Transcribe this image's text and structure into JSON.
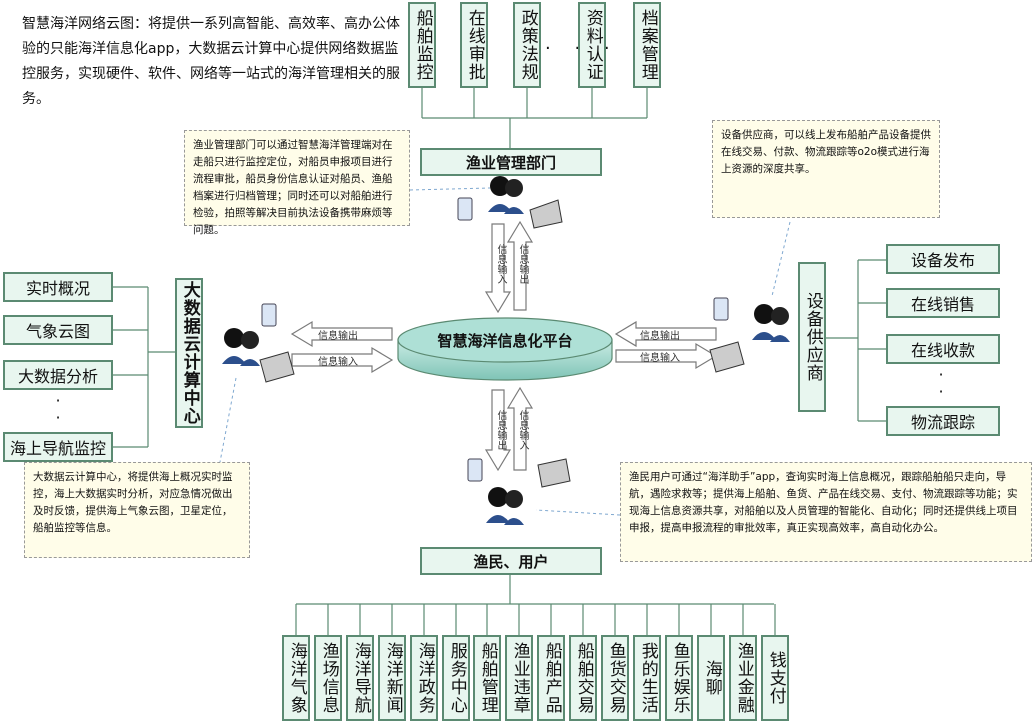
{
  "intro_text": "智慧海洋网络云图：将提供一系列高智能、高效率、高办公体验的只能海洋信息化app，大数据云计算中心提供网络数据监控服务，实现硬件、软件、网络等一站式的海洋管理相关的服务。",
  "platform": {
    "label": "智慧海洋信息化平台"
  },
  "top": {
    "header": "渔业管理部门",
    "items": [
      "船舶监控",
      "在线审批",
      "政策法规",
      "资料认证",
      "档案管理"
    ],
    "ellipsis": "· · ·",
    "note": "渔业管理部门可以通过智慧海洋管理端对在走船只进行监控定位，对船员申报项目进行流程审批，船员身份信息认证对船员、渔船档案进行归档管理；同时还可以对船舶进行检验，拍照等解决目前执法设备携带麻烦等问题。"
  },
  "left": {
    "header": "大数据云计算中心",
    "items": [
      "实时概况",
      "气象云图",
      "大数据分析",
      "海上导航监控"
    ],
    "note": "大数据云计算中心，将提供海上概况实时监控，海上大数据实时分析，对应急情况做出及时反馈，提供海上气象云图，卫星定位，船舶监控等信息。"
  },
  "right": {
    "header": "设备供应商",
    "items": [
      "设备发布",
      "在线销售",
      "在线收款",
      "物流跟踪"
    ],
    "note": "设备供应商，可以线上发布船舶产品设备提供在线交易、付款、物流跟踪等o2o模式进行海上资源的深度共享。"
  },
  "bottom": {
    "header": "渔民、用户",
    "items": [
      "海洋气象",
      "渔场信息",
      "海洋导航",
      "海洋新闻",
      "海洋政务",
      "服务中心",
      "船舶管理",
      "渔业违章",
      "船舶产品",
      "船舶交易",
      "鱼货交易",
      "我的生活",
      "鱼乐娱乐",
      "海聊",
      "渔业金融",
      "钱支付"
    ],
    "note": "渔民用户可通过“海洋助手”app，查询实时海上信息概况，跟踪船舶船只走向，导航，遇险求救等；提供海上船舶、鱼货、产品在线交易、支付、物流跟踪等功能；实现海上信息资源共享，对船舶以及人员管理的智能化、自动化；同时还提供线上项目申报，提高申报流程的审批效率，真正实现高效率，高自动化办公。"
  },
  "arrows": {
    "output": "信息输出",
    "input": "信息输入"
  },
  "colors": {
    "box_fill": "#e8f6ef",
    "box_border": "#5b8a72",
    "platform_fill": "#9fd6cc",
    "note_fill": "#fffde9"
  }
}
